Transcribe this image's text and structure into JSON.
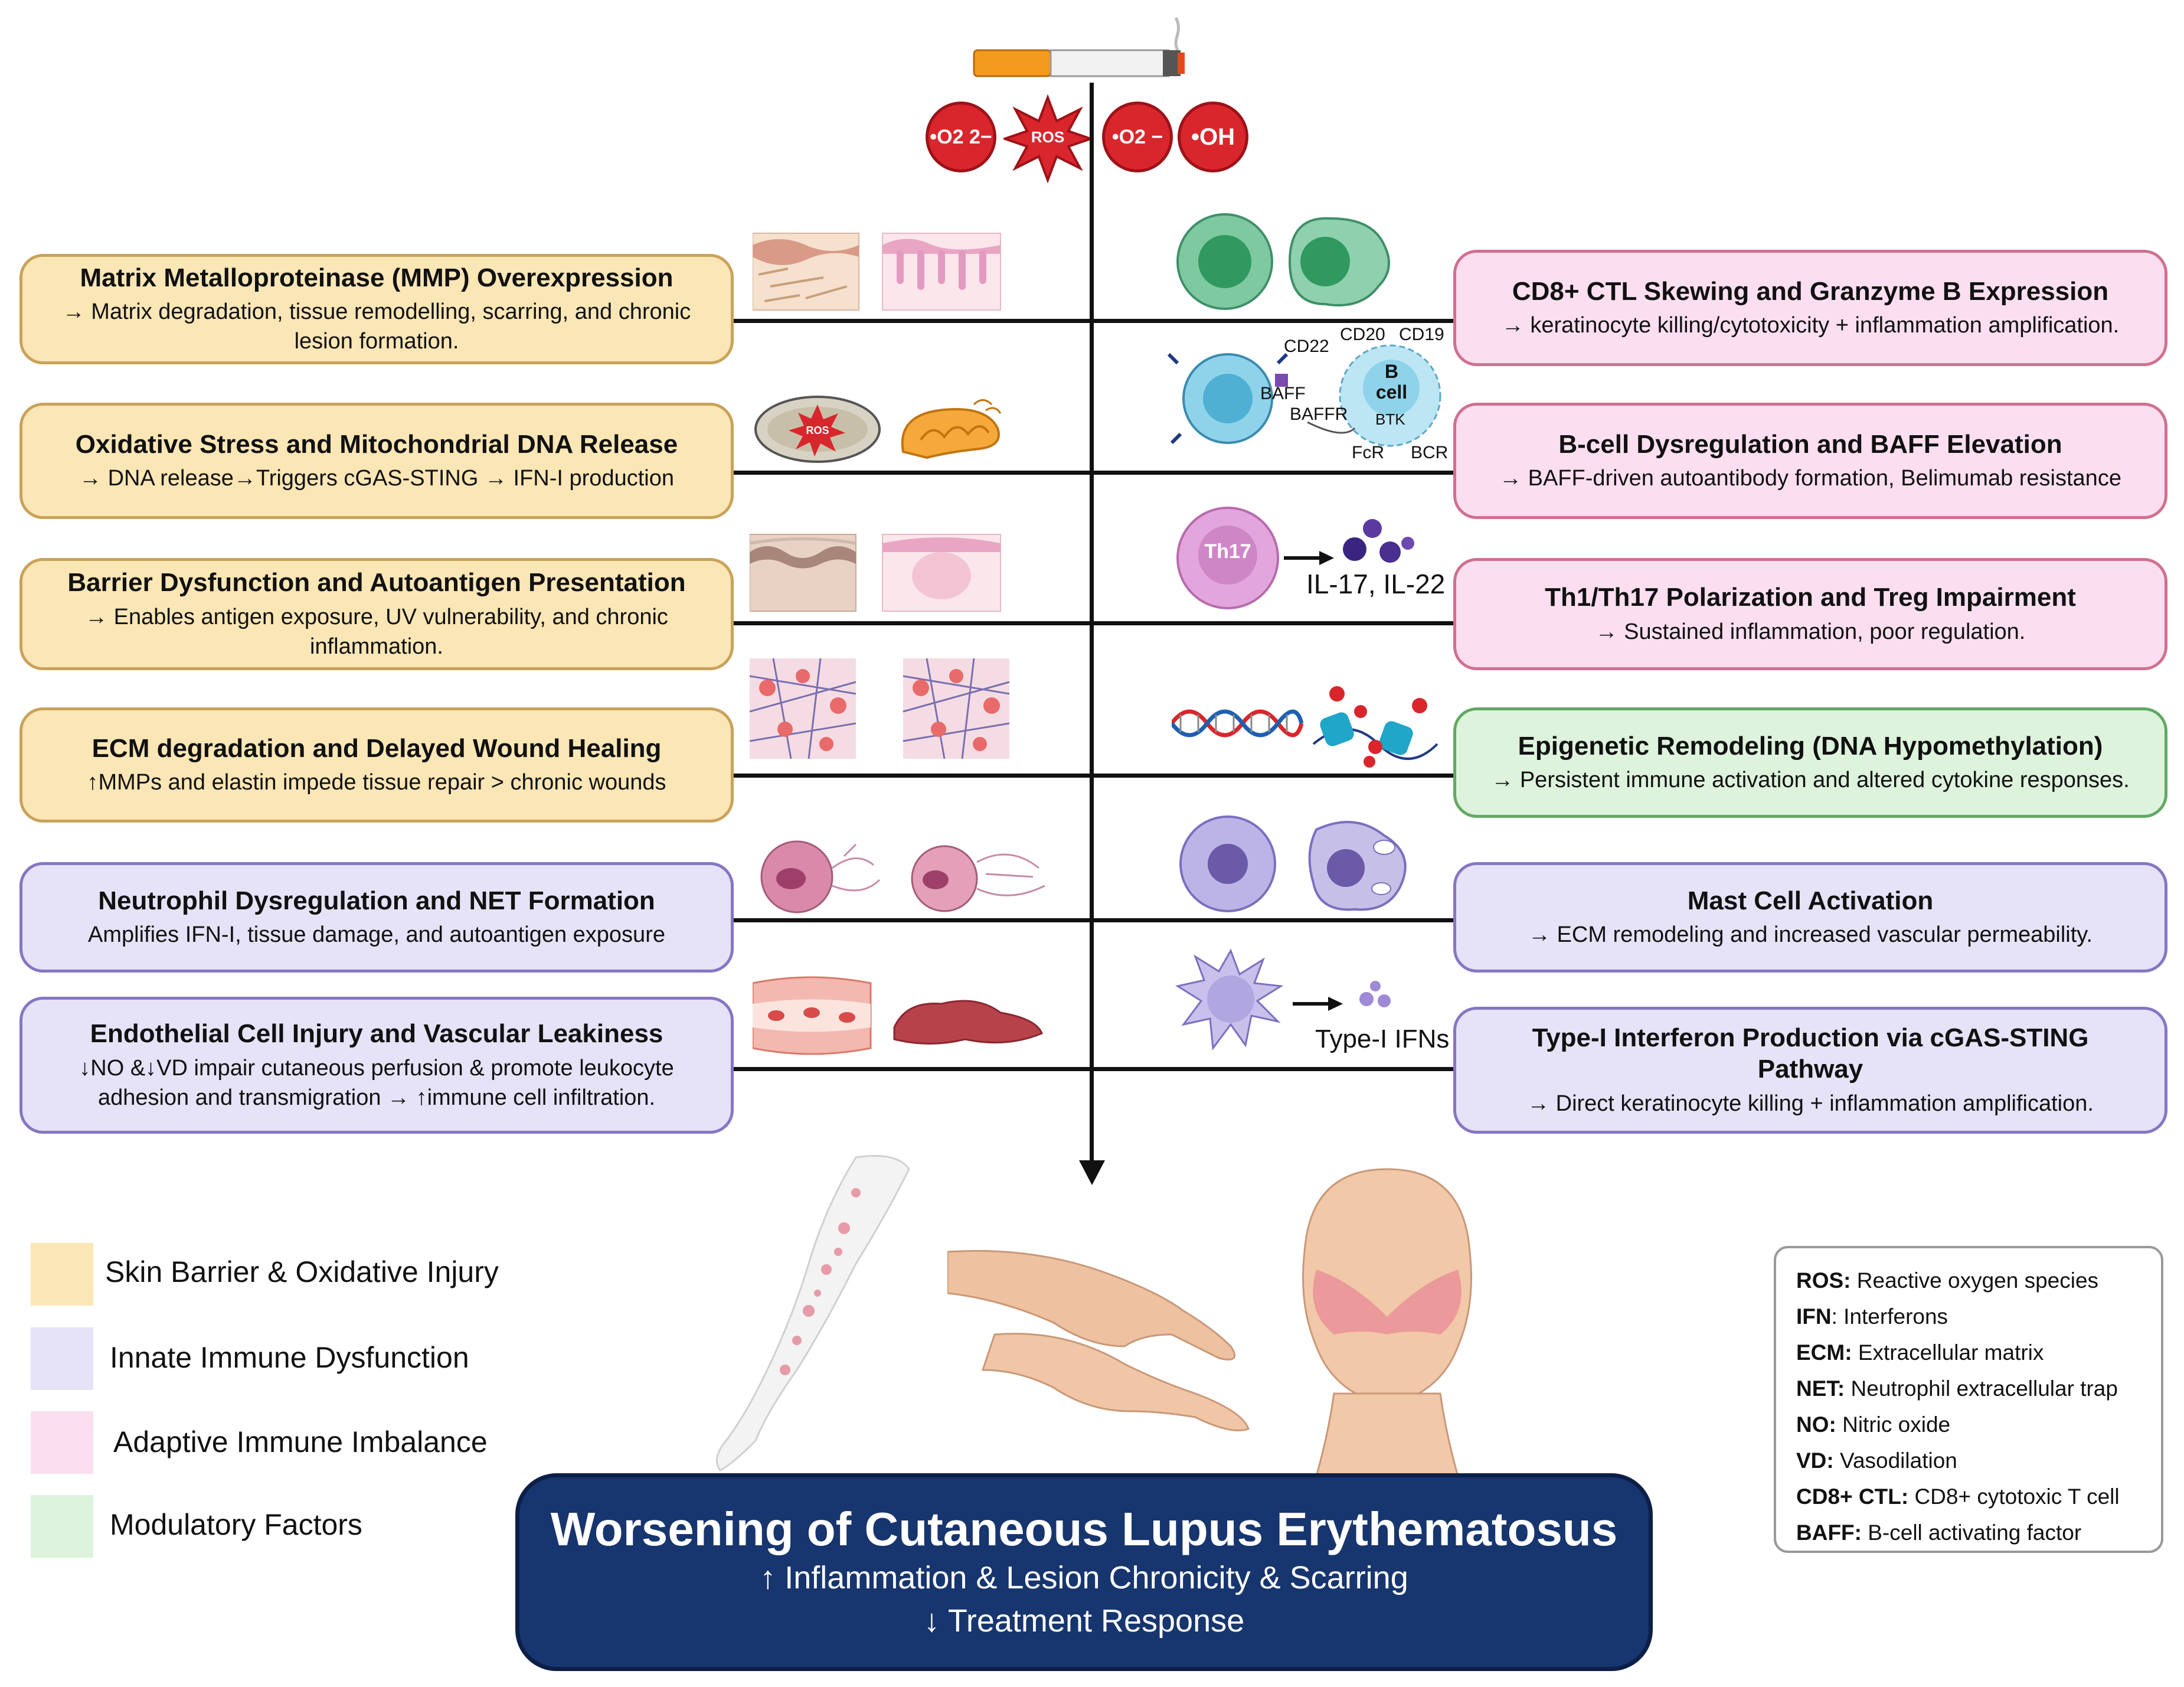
{
  "radicals": [
    "•O2 2−",
    "ROS",
    "•O2 −",
    "•OH"
  ],
  "left_boxes": [
    {
      "title": "Matrix Metalloproteinase (MMP) Overexpression",
      "desc": "→ Matrix degradation, tissue remodelling, scarring, and chronic lesion formation.",
      "category": "skin"
    },
    {
      "title": "Oxidative Stress and Mitochondrial DNA Release",
      "desc": "→ DNA release→Triggers cGAS-STING → IFN-I production",
      "category": "skin"
    },
    {
      "title": "Barrier Dysfunction and Autoantigen Presentation",
      "desc": "→ Enables antigen exposure, UV vulnerability, and chronic inflammation.",
      "category": "skin"
    },
    {
      "title": "ECM degradation and Delayed Wound Healing",
      "desc": "↑MMPs and elastin impede tissue repair > chronic wounds",
      "category": "skin"
    },
    {
      "title": "Neutrophil Dysregulation and NET Formation",
      "desc": "Amplifies IFN-I, tissue damage, and autoantigen exposure",
      "category": "innate"
    },
    {
      "title": "Endothelial Cell Injury and Vascular Leakiness",
      "desc": "↓NO &↓VD impair cutaneous perfusion & promote leukocyte adhesion and transmigration → ↑immune cell infiltration.",
      "category": "innate"
    }
  ],
  "right_boxes": [
    {
      "title": "CD8+ CTL Skewing and Granzyme B Expression",
      "desc": "→ keratinocyte killing/cytotoxicity + inflammation amplification.",
      "category": "adaptive"
    },
    {
      "title": "B-cell Dysregulation and BAFF Elevation",
      "desc": "→ BAFF-driven autoantibody formation, Belimumab resistance",
      "category": "adaptive"
    },
    {
      "title": "Th1/Th17 Polarization and Treg Impairment",
      "desc": "→ Sustained inflammation, poor regulation.",
      "category": "adaptive"
    },
    {
      "title": "Epigenetic Remodeling (DNA Hypomethylation)",
      "desc": "→ Persistent immune activation and altered cytokine responses.",
      "category": "mod"
    },
    {
      "title": "Mast Cell Activation",
      "desc": "→ ECM remodeling and increased vascular permeability.",
      "category": "innate"
    },
    {
      "title": "Type-I Interferon Production via cGAS-STING Pathway",
      "desc": "→ Direct keratinocyte killing + inflammation amplification.",
      "category": "innate"
    }
  ],
  "bcell_labels": {
    "cd22": "CD22",
    "cd20": "CD20",
    "cd19": "CD19",
    "bcell": "B cell",
    "baff": "BAFF",
    "baffr": "BAFFR",
    "btk": "BTK",
    "fcr": "FcR",
    "bcr": "BCR"
  },
  "th17_labels": {
    "cell": "Th17",
    "cytokines": "IL-17, IL-22"
  },
  "ros_label": "ROS",
  "ifn_label": "Type-I IFNs",
  "legend": [
    {
      "label": "Skin Barrier & Oxidative Injury",
      "color": "#fbe6b6"
    },
    {
      "label": "Innate Immune Dysfunction",
      "color": "#e6e2f7"
    },
    {
      "label": "Adaptive Immune Imbalance",
      "color": "#fbdff0"
    },
    {
      "label": "Modulatory Factors",
      "color": "#ddf3dc"
    }
  ],
  "abbreviations": [
    {
      "abbr": "ROS:",
      "full": "Reactive oxygen species"
    },
    {
      "abbr": "IFN",
      "full": ": Interferons"
    },
    {
      "abbr": "ECM:",
      "full": "Extracellular matrix"
    },
    {
      "abbr": "NET:",
      "full": "Neutrophil extracellular trap"
    },
    {
      "abbr": "NO:",
      "full": "Nitric oxide"
    },
    {
      "abbr": "VD:",
      "full": "Vasodilation"
    },
    {
      "abbr": "CD8+ CTL:",
      "full": "CD8+ cytotoxic T cell"
    },
    {
      "abbr": "BAFF:",
      "full": "B-cell activating factor"
    }
  ],
  "outcome": {
    "title": "Worsening of Cutaneous Lupus Erythematosus",
    "line1": "↑ Inflammation & Lesion Chronicity & Scarring",
    "line2": "↓ Treatment Response"
  }
}
